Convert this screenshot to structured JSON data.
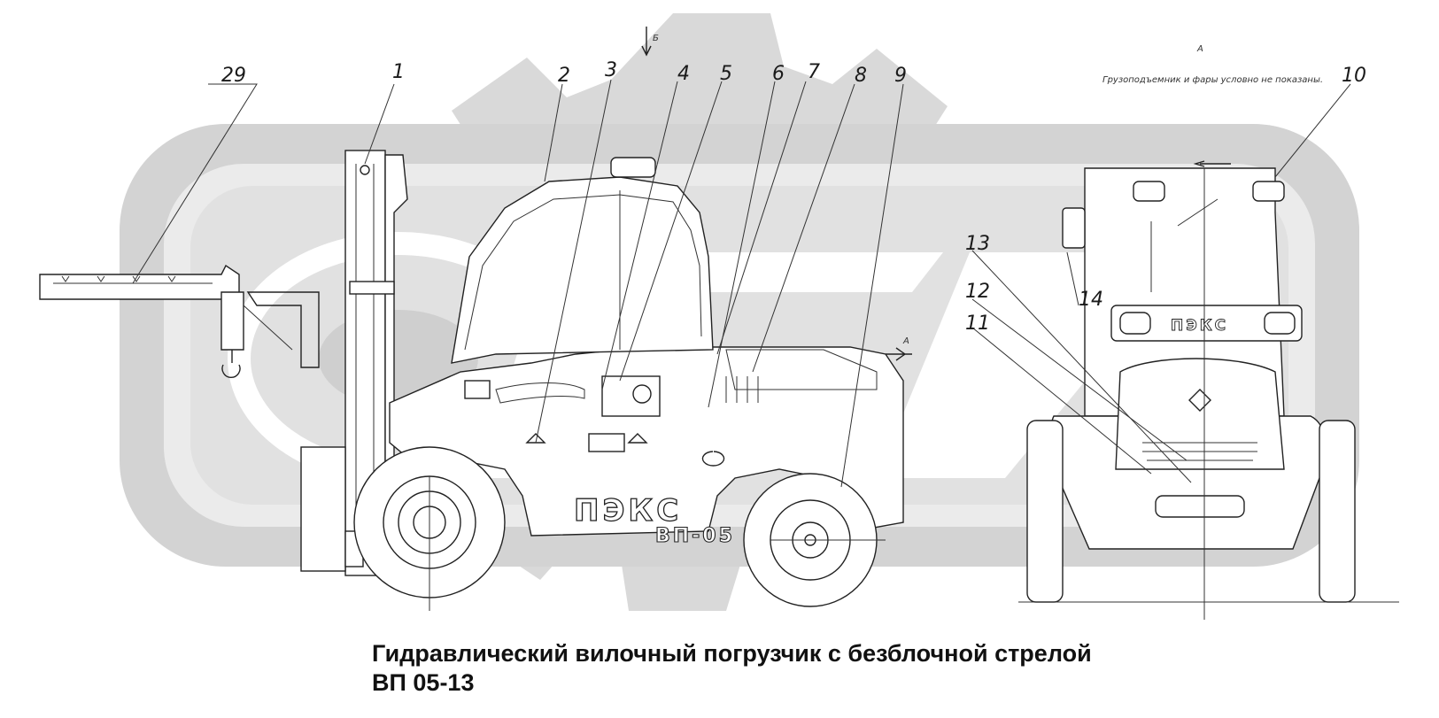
{
  "title": {
    "line1": "Гидравлический вилочный погрузчик с безблочной стрелой",
    "line2": "ВП 05-13"
  },
  "view_labels": {
    "view_a": "А",
    "view_b": "Б",
    "section_a": "А"
  },
  "view_note": "Грузоподъемник и фары условно не показаны.",
  "logo_text": "ПЭКС",
  "model_text": "ВП-05",
  "rear_logo_text": "ПЭКС",
  "callouts": [
    "29",
    "1",
    "2",
    "3",
    "4",
    "5",
    "6",
    "7",
    "8",
    "9",
    "10",
    "13",
    "12",
    "11",
    "14"
  ],
  "colors": {
    "watermark": "#d6d6d6",
    "line": "#222222",
    "background": "#ffffff"
  }
}
